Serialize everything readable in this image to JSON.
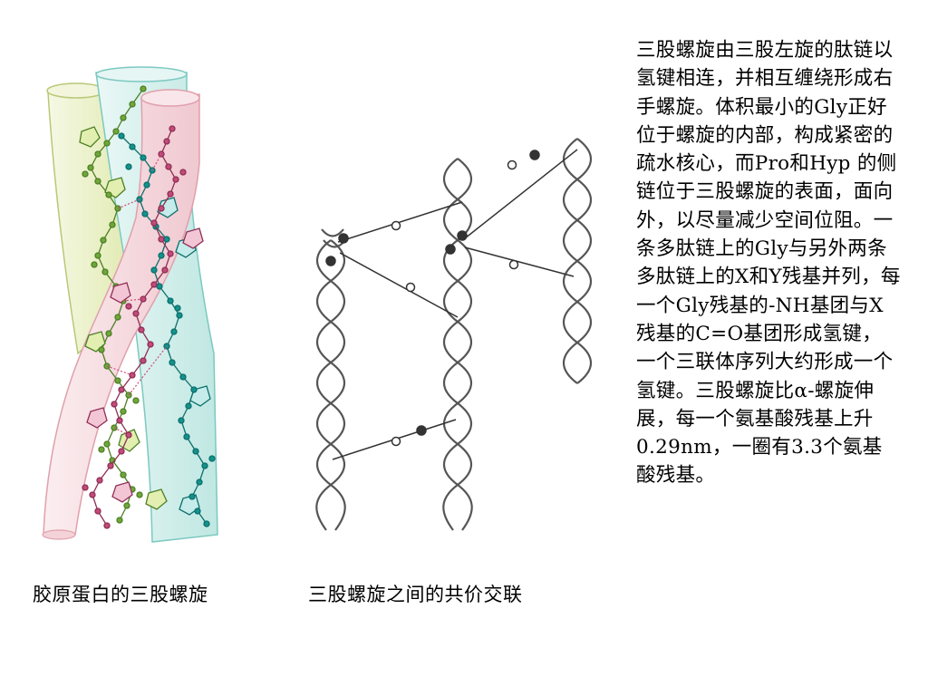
{
  "captions": {
    "left": "胶原蛋白的三股螺旋",
    "middle": "三股螺旋之间的共价交联"
  },
  "description": "三股螺旋由三股左旋的肽链以氢键相连，并相互缠绕形成右手螺旋。体积最小的Gly正好位于螺旋的内部，构成紧密的疏水核心，而Pro和Hyp 的侧链位于三股螺旋的表面，面向外，以尽量减少空间位阻。一条多肽链上的Gly与另外两条多肽链上的X和Y残基并列，每一个Gly残基的-NH基团与X残基的C=O基团形成氢键，一个三联体序列大约形成一个氢键。三股螺旋比α-螺旋伸展，每一个氨基酸残基上升0.29nm，一圈有3.3个氨基酸残基。",
  "colors": {
    "tube_green": "#eef3d0",
    "tube_green_edge": "#b8c878",
    "tube_cyan": "#d6f0ee",
    "tube_cyan_edge": "#7cc9c0",
    "tube_pink": "#f6dce0",
    "tube_pink_edge": "#e0a0ac",
    "chain_green": "#6fa83a",
    "chain_teal": "#13928e",
    "chain_pink": "#c24b7a",
    "ink": "#333333"
  }
}
